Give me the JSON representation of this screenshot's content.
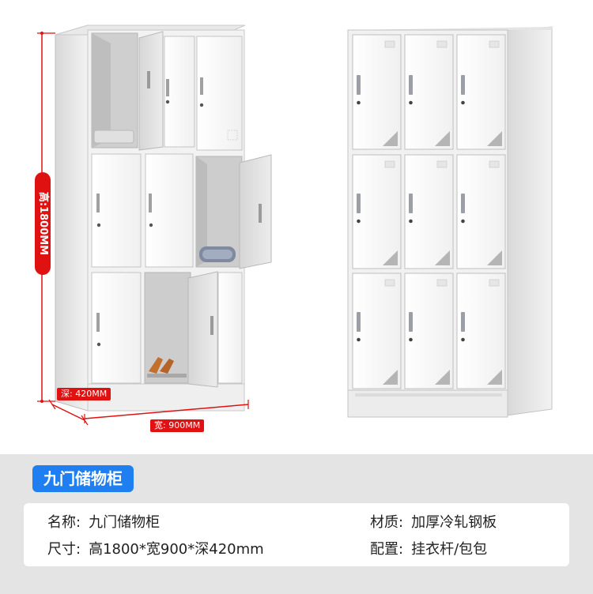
{
  "dimensions": {
    "height": "高:1800MM",
    "depth": "深: 420MM",
    "width": "宽: 900MM"
  },
  "product": {
    "title": "九门储物柜"
  },
  "specs": {
    "name_key": "名称:",
    "name_val": "九门储物柜",
    "size_key": "尺寸:",
    "size_val": "高1800*宽900*深420mm",
    "material_key": "材质:",
    "material_val": "加厚冷轧钢板",
    "config_key": "配置:",
    "config_val": "挂衣杆/包包"
  },
  "colors": {
    "accent_blue": "#1f7ef0",
    "dimension_red": "#e01111",
    "cabinet_white": "#f4f4f4",
    "panel_gray": "#e4e4e4"
  }
}
